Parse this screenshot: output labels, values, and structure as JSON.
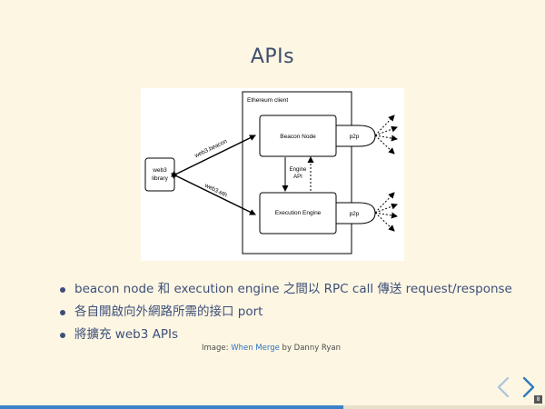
{
  "slide": {
    "title": "APIs",
    "page_number": "8",
    "progress_fraction": 0.63
  },
  "diagram": {
    "ethereum_client_label": "Ethereum client",
    "beacon_node_label": "Beacon Node",
    "execution_engine_label": "Execution Engine",
    "engine_api_label_line1": "Engine",
    "engine_api_label_line2": "API",
    "p2p_label_top": "p2p",
    "p2p_label_bottom": "p2p",
    "web3_library_line1": "web3",
    "web3_library_line2": "library",
    "web3_beacon_label": "web3.beacon",
    "web3_eth_label": "web3.eth"
  },
  "bullets": [
    "beacon node 和 execution engine 之間以 RPC call 傳送 request/response",
    "各自開啟向外網路所需的接口 port",
    "將擴充 web3 APIs"
  ],
  "credit": {
    "prefix": "Image: ",
    "link_text": "When Merge",
    "suffix": " by Danny Ryan"
  },
  "nav": {
    "prev_icon": "chevron-left-icon",
    "next_icon": "chevron-right-icon"
  },
  "colors": {
    "background": "#fdf6e3",
    "title": "#3d4f6e",
    "bullet_text": "#3d4f7a",
    "link": "#2a72c3",
    "progress": "#3a83c8"
  }
}
